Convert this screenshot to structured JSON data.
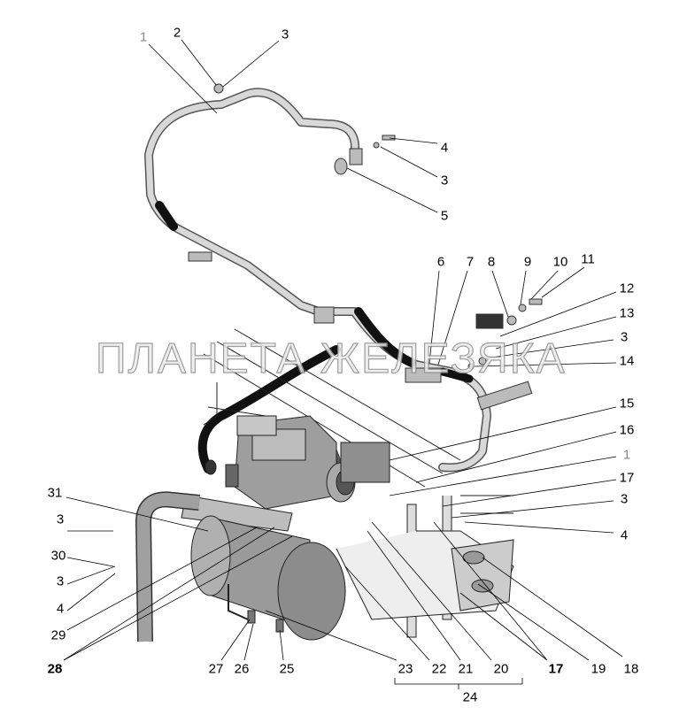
{
  "watermark": "ПЛАНЕТА ЖЕЛЕЗЯКА",
  "callouts": [
    "1",
    "2",
    "3",
    "4",
    "3",
    "5",
    "6",
    "7",
    "8",
    "9",
    "10",
    "11",
    "12",
    "13",
    "3",
    "14",
    "15",
    "16",
    "1",
    "17",
    "3",
    "4",
    "31",
    "3",
    "30",
    "3",
    "4",
    "29",
    "28",
    "27",
    "26",
    "25",
    "23",
    "22",
    "21",
    "20",
    "17",
    "19",
    "18",
    "24"
  ],
  "colors": {
    "part_fill": "#bdbdbd",
    "part_dark": "#1a1a1a",
    "leader": "#000000",
    "watermark": "#9a9a9a"
  }
}
